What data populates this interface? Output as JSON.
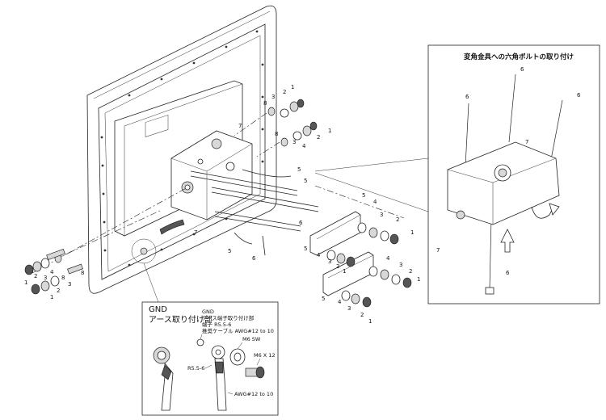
{
  "detail_title": "変角金具への六角ボルトの取り付け",
  "gnd": {
    "title_line1": "GND",
    "title_line2": "アース取り付け部",
    "note_line1": "GND",
    "note_line2": "アース端子取り付け部",
    "note_line3": "端子 R5.5-6",
    "note_line4": "推奨ケーブル AWG#12 to 10",
    "label_r55": "R5.5-6",
    "label_m6sw": "M6 SW",
    "label_m6x12": "M6 X 12",
    "label_awg": "AWG#12 to 10"
  },
  "callouts": {
    "n1": "1",
    "n2": "2",
    "n3": "3",
    "n4": "4",
    "n5": "5",
    "n6": "6",
    "n7": "7",
    "n8": "8"
  }
}
